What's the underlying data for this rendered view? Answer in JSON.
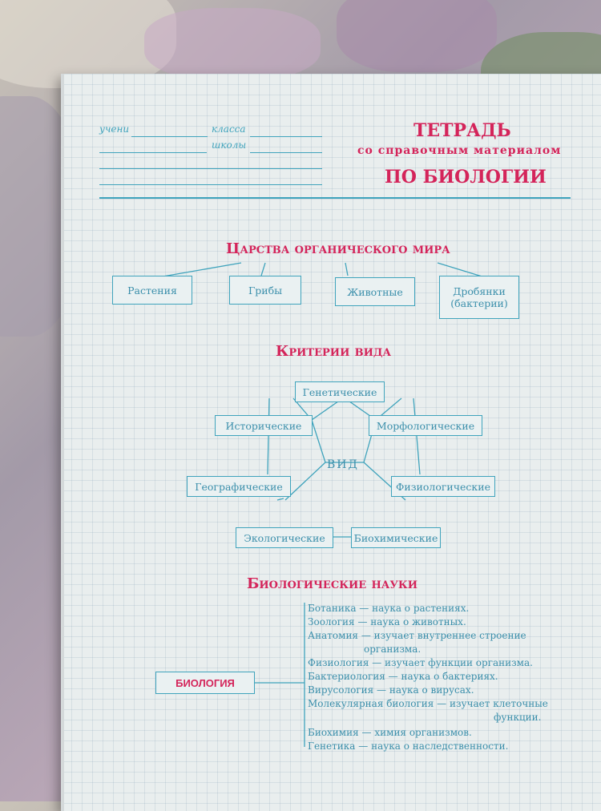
{
  "header": {
    "title": "ТЕТРАДЬ",
    "subtitle": "со справочным материалом",
    "subject": "ПО БИОЛОГИИ",
    "field_student": "учени",
    "field_class": "класса",
    "field_school": "школы"
  },
  "kingdoms": {
    "title": "Царства органического мира",
    "items": [
      "Растения",
      "Грибы",
      "Животные",
      "Дробянки (бактерии)"
    ]
  },
  "criteria": {
    "title": "Критерии вида",
    "center": "ВИД",
    "genetic": "Генетические",
    "historical": "Исторические",
    "morphological": "Морфологические",
    "geographical": "Географические",
    "physiological": "Физиологические",
    "ecological": "Экологические",
    "biochemical": "Биохимические"
  },
  "sciences": {
    "title": "Биологические науки",
    "root": "БИОЛОГИЯ",
    "lines": [
      "Ботаника — наука о растениях.",
      "Зоология — наука о животных.",
      "Анатомия — изучает внутреннее строение",
      "организма.",
      "Физиология — изучает функции организма.",
      "Бактериология — наука о бактериях.",
      "Вирусология — наука о вирусах.",
      "Молекулярная биология — изучает клеточные",
      "функции.",
      "Биохимия — химия организмов.",
      "Генетика — наука о наследственности."
    ]
  },
  "colors": {
    "accent": "#d4245a",
    "line": "#3fa3bc",
    "paper": "#e9eeee"
  }
}
